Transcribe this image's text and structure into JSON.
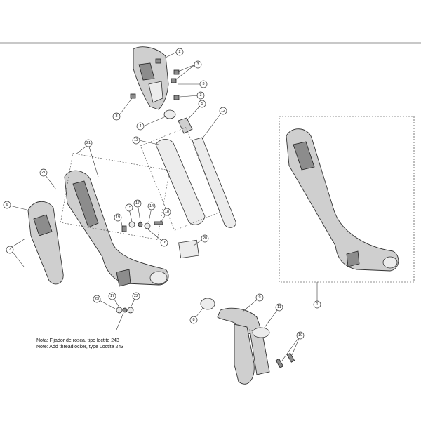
{
  "notes": {
    "es": "Nota: Fijador de rosca, tipo loctite 243",
    "en": "Note: Add threadlocker, type Loctite 243"
  },
  "callouts": [
    "1",
    "2",
    "3",
    "4",
    "5",
    "6",
    "7",
    "8",
    "9",
    "10",
    "11",
    "12",
    "13",
    "14",
    "15",
    "16",
    "17",
    "18",
    "19",
    "20",
    "21",
    "22",
    "23"
  ]
}
